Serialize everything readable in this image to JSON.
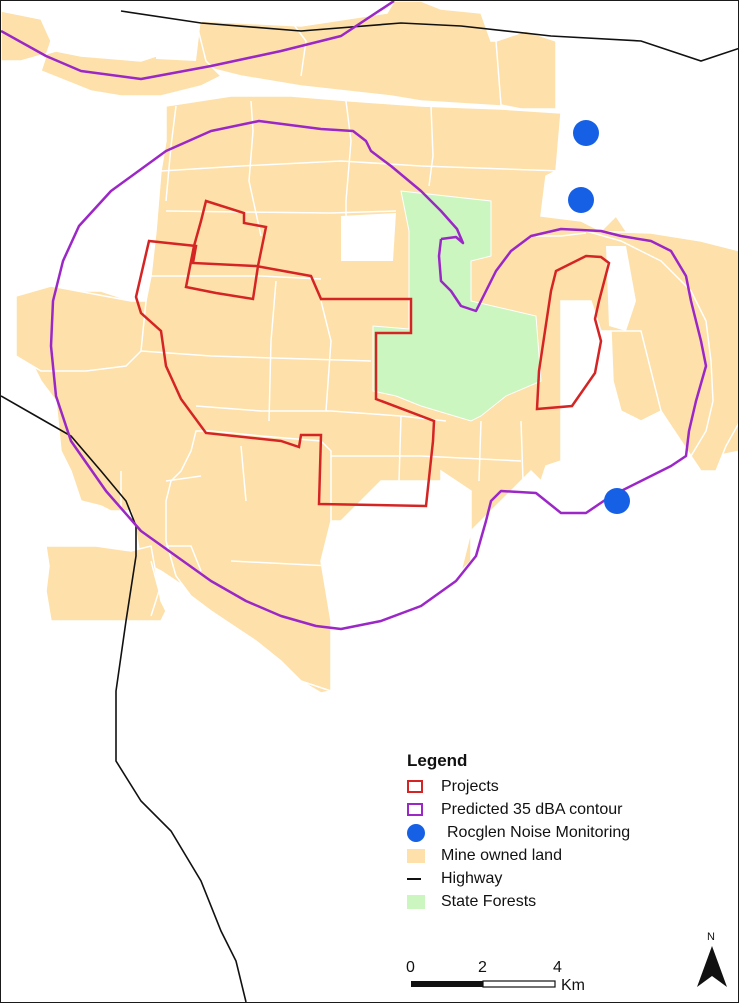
{
  "legend": {
    "title": "Legend",
    "items": [
      {
        "label": "Projects",
        "symbol": "red-outline-box",
        "color": "#d52424"
      },
      {
        "label": "Predicted 35 dBA contour",
        "symbol": "purple-outline-box",
        "color": "#9b27c7"
      },
      {
        "label": "Rocglen Noise Monitoring",
        "symbol": "blue-dot",
        "color": "#1660e6"
      },
      {
        "label": "Mine owned land",
        "symbol": "tan-fill",
        "color": "#fde0aa"
      },
      {
        "label": "Highway",
        "symbol": "black-line",
        "color": "#111111"
      },
      {
        "label": "State Forests",
        "symbol": "green-fill",
        "color": "#ccf6c0"
      }
    ]
  },
  "scale_bar": {
    "ticks": [
      "0",
      "2",
      "4"
    ],
    "unit": "Km"
  },
  "north_arrow": {
    "label": "N",
    "icon": "north-arrow-icon"
  },
  "colors": {
    "mine_land": "#fde0aa",
    "parcel_line": "#ffffff",
    "forest": "#ccf6c0",
    "project": "#d52424",
    "contour": "#9b27c7",
    "monitoring": "#1660e6",
    "highway": "#111111"
  }
}
